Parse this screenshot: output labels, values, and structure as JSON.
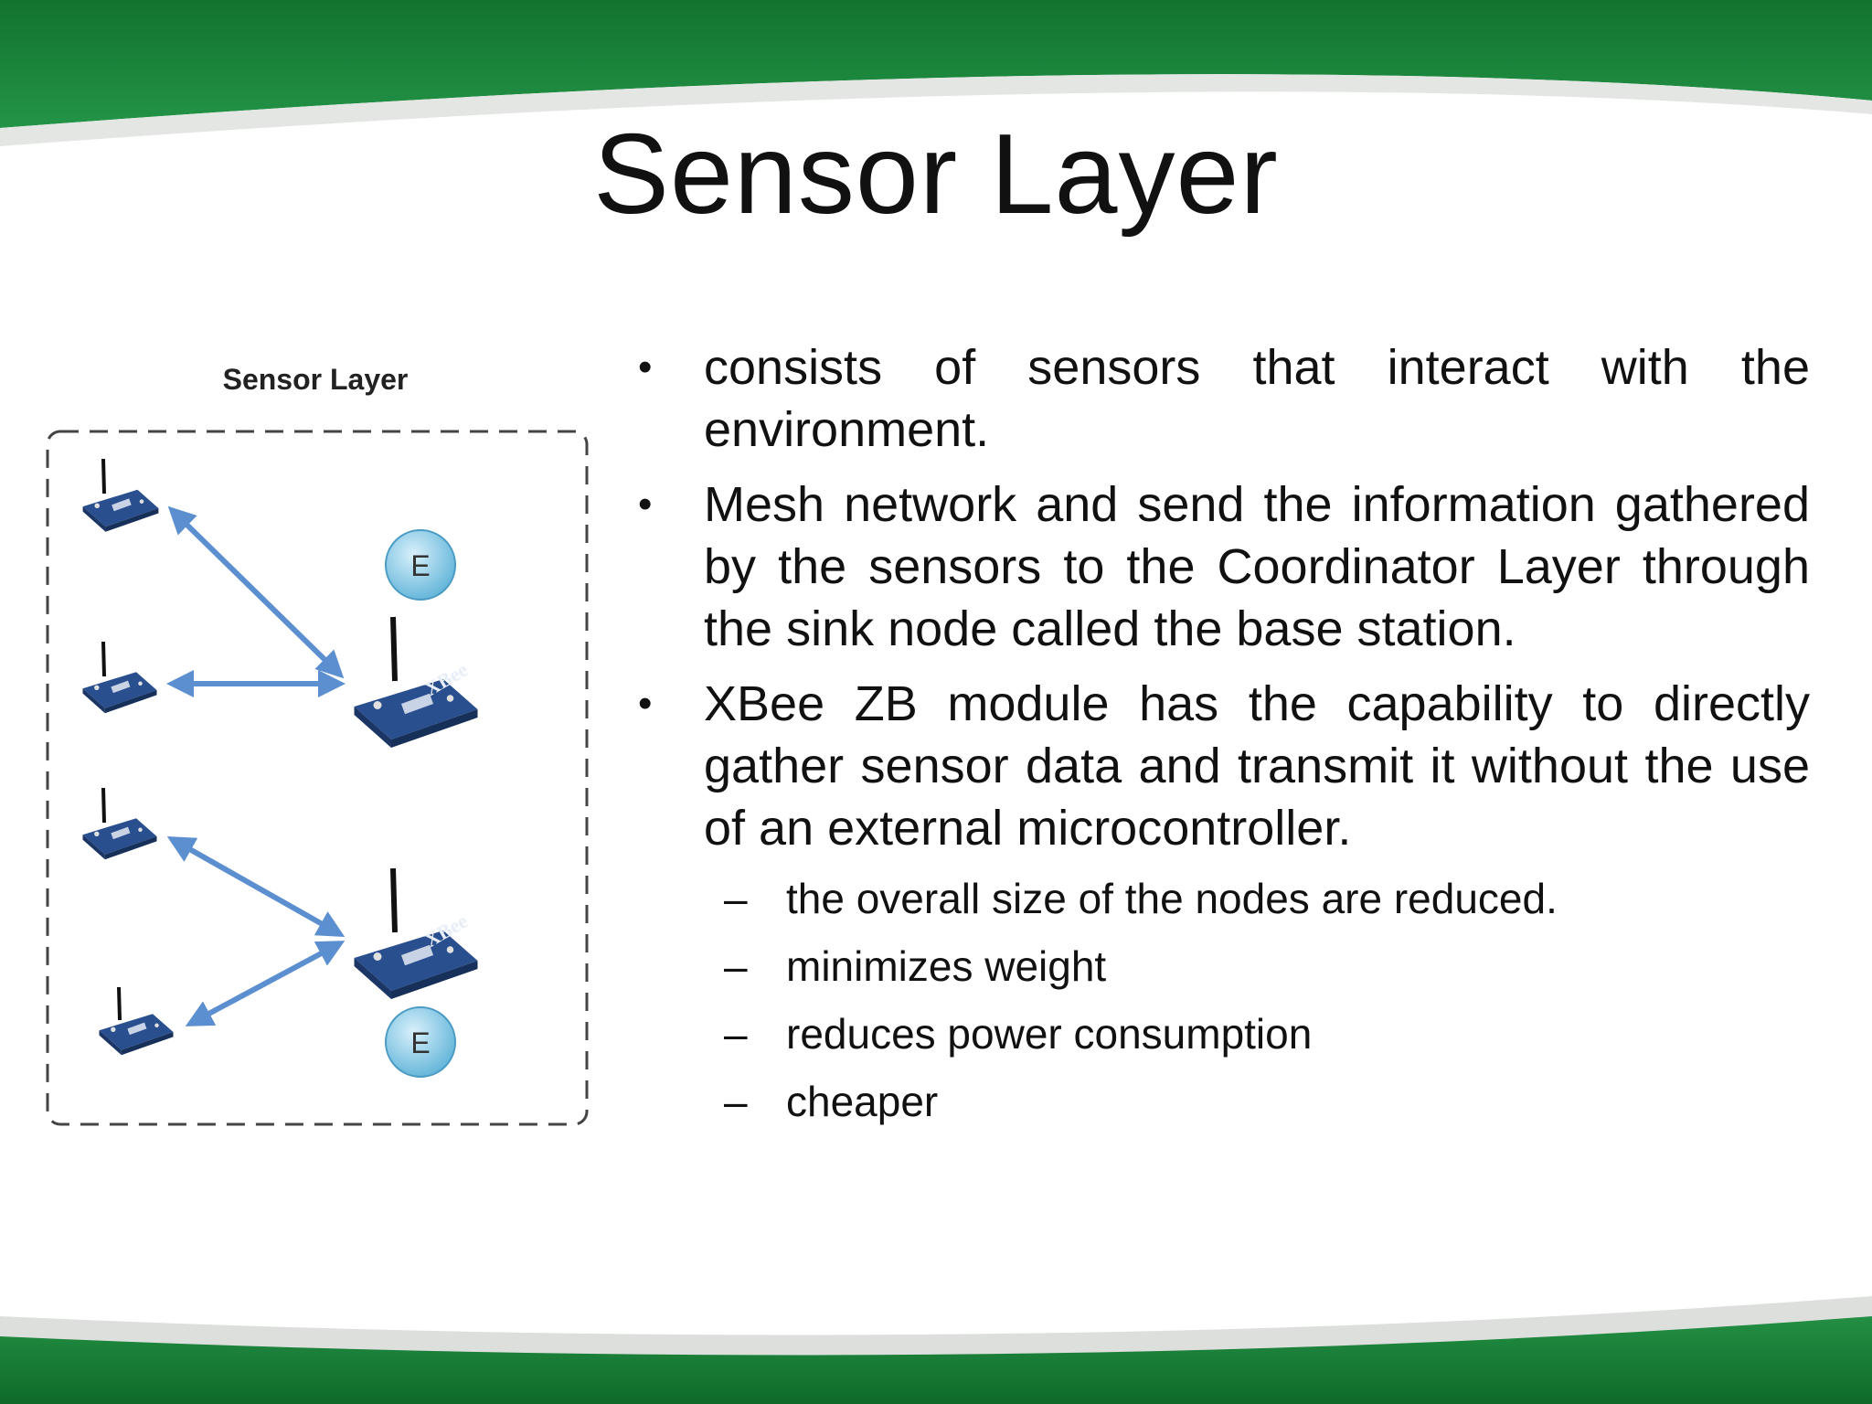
{
  "colors": {
    "band_green": "#1e8a3e",
    "band_dark": "#146b2c",
    "arrow_blue": "#5b8fd0",
    "module_blue": "#2a4f8f",
    "node_e": "#7fc7e6"
  },
  "slide": {
    "title": "Sensor Layer",
    "figure": {
      "caption": "Sensor Layer",
      "module_text": "XBee",
      "node_label_top": "E",
      "node_label_bottom": "E"
    },
    "bullets": [
      {
        "marker": "•",
        "text": "consists of sensors that interact with the environment."
      },
      {
        "marker": "•",
        "text": "Mesh network and send the information gathered by the sensors to the Coordinator Layer through the sink node called the base station."
      },
      {
        "marker": "•",
        "text": "XBee ZB module has the capability to directly gather sensor data and transmit it without the use of an external microcontroller."
      }
    ],
    "sub_bullets": [
      {
        "marker": "–",
        "text": "the overall size of the nodes are reduced."
      },
      {
        "marker": "–",
        "text": "minimizes weight"
      },
      {
        "marker": "–",
        "text": "reduces power consumption"
      },
      {
        "marker": "–",
        "text": "cheaper"
      }
    ]
  }
}
